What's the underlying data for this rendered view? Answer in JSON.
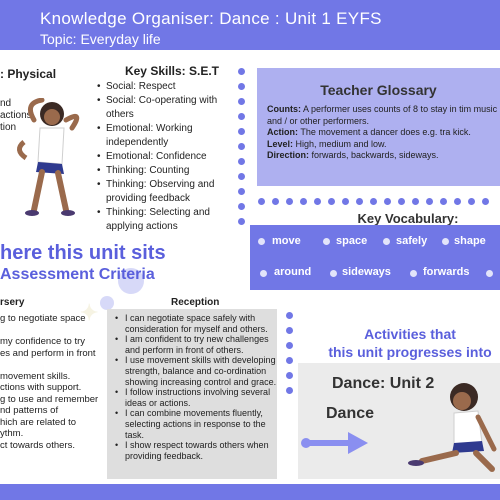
{
  "header": {
    "title": "Knowledge Organiser: Dance : Unit 1 EYFS",
    "topic": "Topic: Everyday life"
  },
  "key_domain": {
    "title": ": Physical",
    "lines": [
      "nd",
      "actions",
      "tion"
    ]
  },
  "key_skills": {
    "title": "Key Skills: S.E.T",
    "items": [
      "Social: Respect",
      "Social: Co-operating with others",
      "Emotional: Working independently",
      "Emotional: Confidence",
      "Thinking: Counting",
      "Thinking: Observing and providing feedback",
      "Thinking: Selecting and applying actions"
    ]
  },
  "glossary": {
    "title": "Teacher Glossary",
    "entries": [
      {
        "term": "Counts:",
        "text": " A performer uses counts of 8 to stay in tim music and / or other performers."
      },
      {
        "term": "Action:",
        "text": " The movement a  dancer  does  e.g. tra kick."
      },
      {
        "term": "Level:",
        "text": " High,  medium  and  low."
      },
      {
        "term": "Direction:",
        "text": " forwards, backwards, sideways."
      }
    ]
  },
  "vocabulary": {
    "title": "Key Vocabulary:",
    "row1": [
      "move",
      "space",
      "safely",
      "shape"
    ],
    "row2": [
      "around",
      "sideways",
      "forwards"
    ]
  },
  "where_unit": "here this unit sits",
  "assessment": "Assessment Criteria",
  "nursery": {
    "heading": "rsery",
    "lines": [
      "g to negotiate space",
      "",
      "my confidence to try",
      "es and perform in front",
      "",
      "movement skills.",
      "ctions with support.",
      "g to use and remember",
      "nd patterns of",
      "hich are related to",
      "ythm.",
      "ct towards others."
    ]
  },
  "reception": {
    "heading": "Reception",
    "items": [
      "I can negotiate space safely with consideration for myself and others.",
      "I am confident to try new challenges and perform in front of others.",
      "I use movement skills with developing strength, balance and co-ordination showing increasing control and grace.",
      "I follow instructions involving several ideas or actions.",
      "I can combine movements fluently, selecting actions in response to the task.",
      "I show respect towards others when providing feedback."
    ]
  },
  "activities": {
    "title_line1": "Activities that",
    "title_line2": "this unit progresses into",
    "unit": "Dance: Unit 2",
    "sub": "Dance"
  },
  "colors": {
    "accent": "#7177e6",
    "light_panel": "#aeb0f0",
    "grey_panel": "#dedede"
  }
}
